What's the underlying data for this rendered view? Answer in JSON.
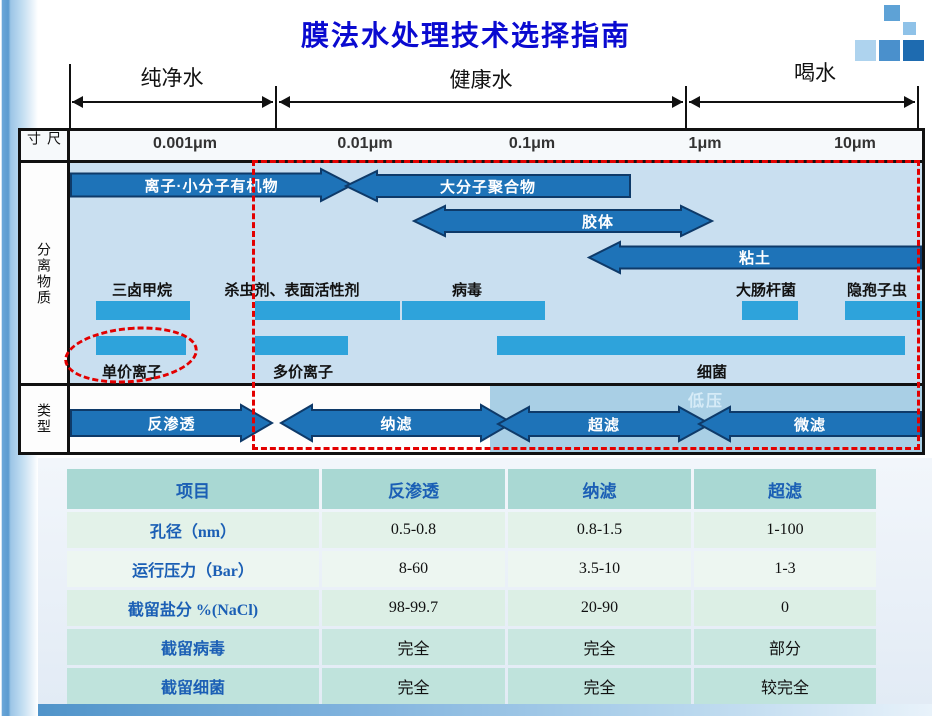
{
  "title": "膜法水处理技术选择指南",
  "zones": {
    "pure": "纯净水",
    "healthy": "健康水",
    "drinking": "喝水"
  },
  "axis": {
    "row_label_size": "尺寸",
    "row_label_substance": "分离物质",
    "row_label_type": "类型",
    "ticks": [
      "0.001μm",
      "0.01μm",
      "0.1μm",
      "1μm",
      "10μm"
    ]
  },
  "substances": {
    "ions_small_organics": "离子·小分子有机物",
    "macromolecular_polymer": "大分子聚合物",
    "colloid": "胶体",
    "clay": "粘土",
    "trihalomethane": "三卤甲烷",
    "pesticide_surfactant": "杀虫剂、表面活性剂",
    "virus": "病毒",
    "e_coli": "大肠杆菌",
    "cryptosporidium": "隐孢子虫",
    "monovalent_ion": "单价离子",
    "multivalent_ion": "多价离子",
    "bacteria": "细菌"
  },
  "membrane_types": {
    "reverse_osmosis": "反渗透",
    "nanofiltration": "纳滤",
    "ultrafiltration": "超滤",
    "microfiltration": "微滤",
    "low_pressure": "低压"
  },
  "table": {
    "headers": [
      "项目",
      "反渗透",
      "纳滤",
      "超滤"
    ],
    "rows": [
      [
        "孔径（nm）",
        "0.5-0.8",
        "0.8-1.5",
        "1-100"
      ],
      [
        "运行压力（Bar）",
        "8-60",
        "3.5-10",
        "1-3"
      ],
      [
        "截留盐分 %(NaCl)",
        "98-99.7",
        "20-90",
        "0"
      ],
      [
        "截留病毒",
        "完全",
        "完全",
        "部分"
      ],
      [
        "截留细菌",
        "完全",
        "完全",
        "较完全"
      ]
    ]
  },
  "colors": {
    "title_blue": "#0a0ad0",
    "arrow_fill": "#1e73b8",
    "arrow_stroke": "#0e3a69",
    "bar_fill": "#2ea3db",
    "panel_blue": "#c9dff0",
    "low_pressure_panel": "#a9cfe5",
    "red_dashed": "#e30000",
    "table_header_bg": "#a9d8d3",
    "table_header_text": "#1b5fb5"
  }
}
